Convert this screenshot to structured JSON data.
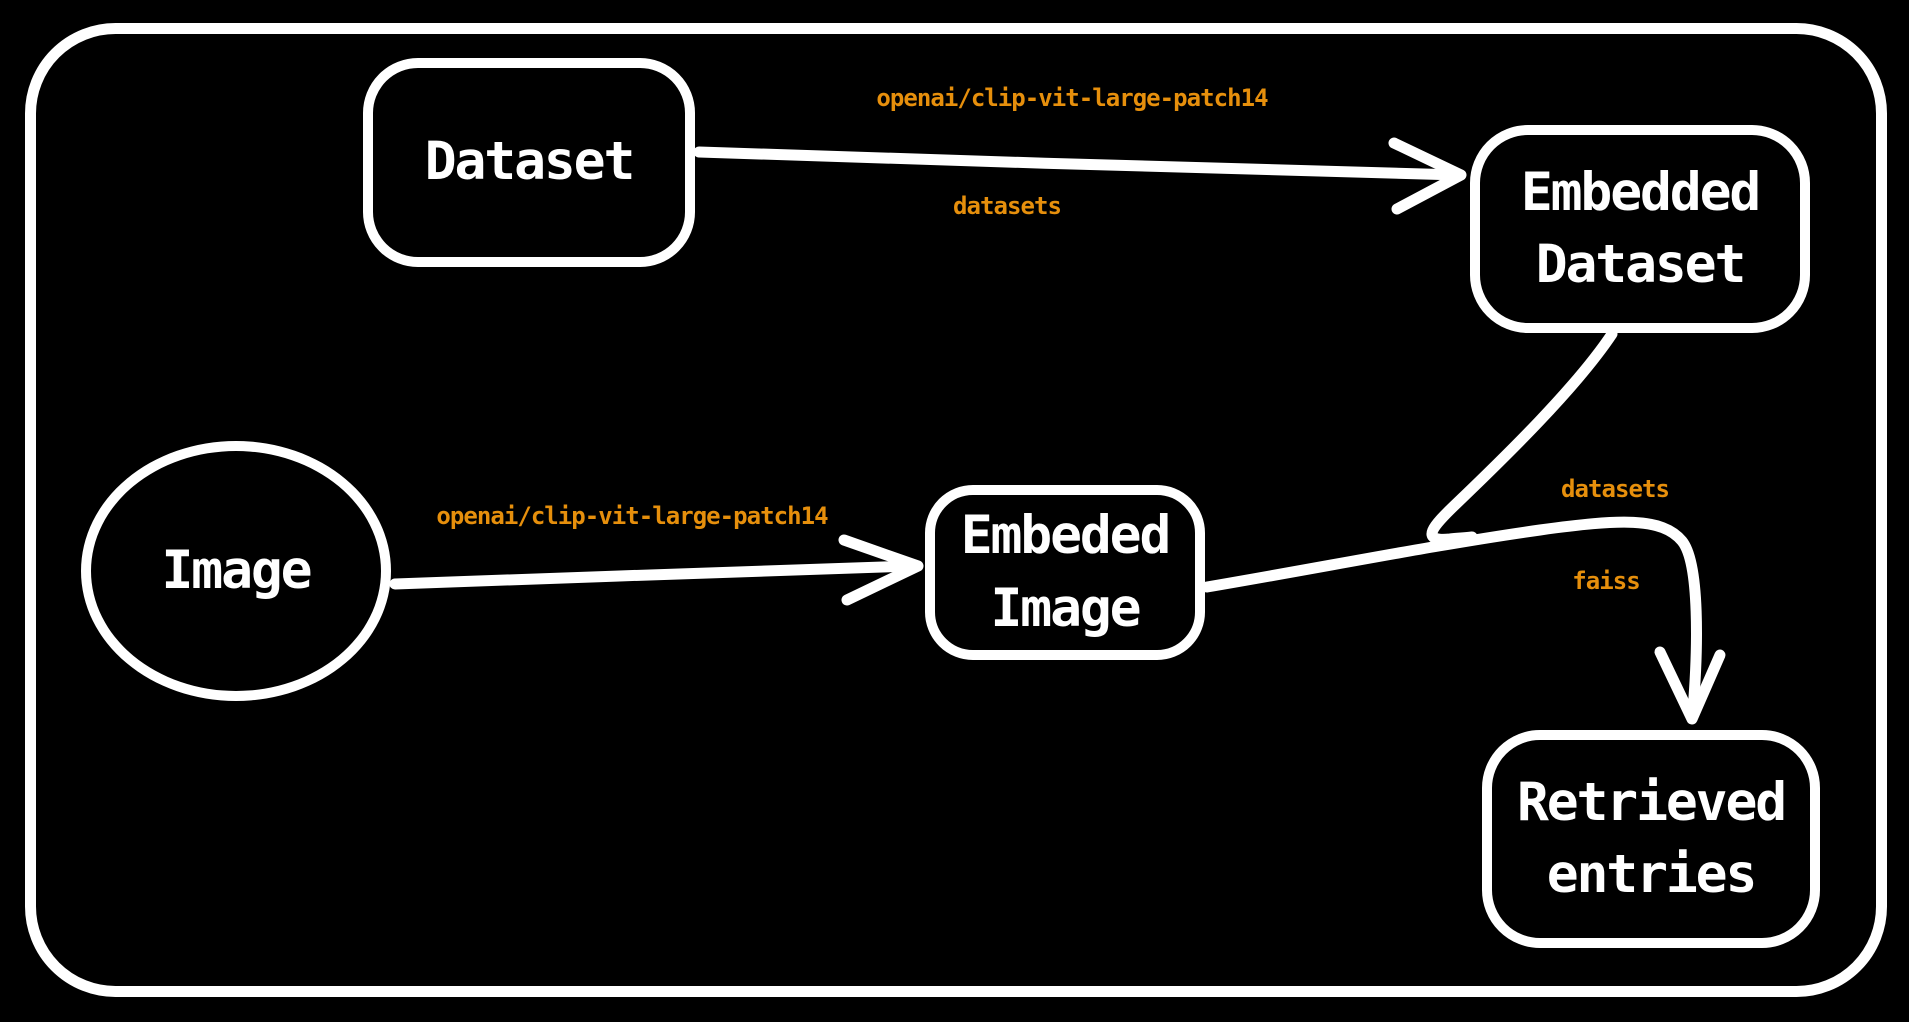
{
  "colors": {
    "background": "#000000",
    "stroke": "#ffffff",
    "label_accent": "#e68f0c"
  },
  "nodes": {
    "dataset": {
      "label": "Dataset"
    },
    "embedded_dataset": {
      "label": "Embedded\nDataset"
    },
    "image": {
      "label": "Image"
    },
    "embeded_image": {
      "label": "Embeded\nImage"
    },
    "retrieved_entries": {
      "label": "Retrieved\nentries"
    }
  },
  "edges": {
    "dataset_to_embedded_dataset": {
      "label_model": "openai/clip-vit-large-patch14",
      "label_library": "datasets"
    },
    "image_to_embeded_image": {
      "label_model": "openai/clip-vit-large-patch14"
    },
    "to_retrieved_entries": {
      "label_library_1": "datasets",
      "label_library_2": "faiss"
    }
  }
}
